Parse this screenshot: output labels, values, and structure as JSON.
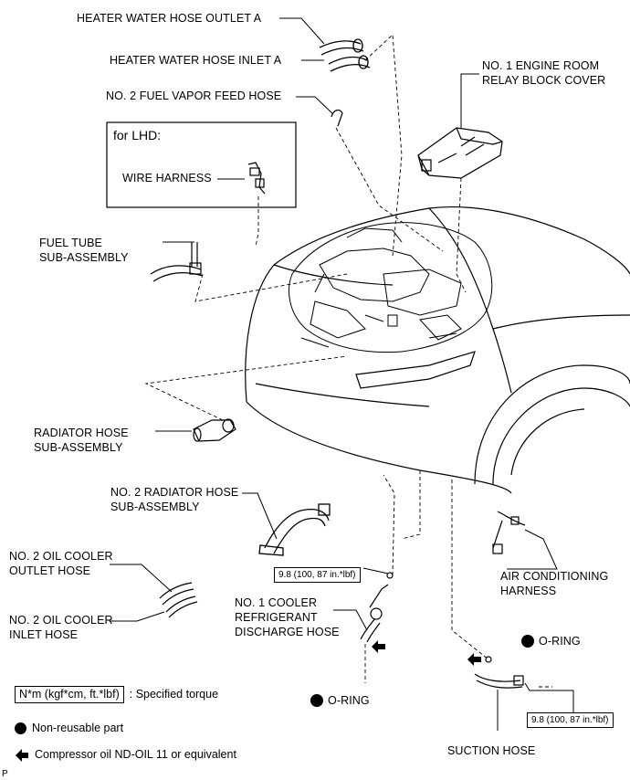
{
  "labels": {
    "heater_outlet": "HEATER WATER HOSE OUTLET A",
    "heater_inlet": "HEATER WATER HOSE INLET A",
    "fuel_vapor": "NO. 2 FUEL VAPOR FEED HOSE",
    "relay_cover_1": "NO. 1 ENGINE ROOM",
    "relay_cover_2": "RELAY BLOCK COVER",
    "for_lhd": "for LHD:",
    "wire_harness": "WIRE HARNESS",
    "fuel_tube_1": "FUEL TUBE",
    "fuel_tube_2": "SUB-ASSEMBLY",
    "radiator_hose_1": "RADIATOR HOSE",
    "radiator_hose_2": "SUB-ASSEMBLY",
    "no2_radiator_1": "NO. 2 RADIATOR HOSE",
    "no2_radiator_2": "SUB-ASSEMBLY",
    "oil_outlet_1": "NO. 2 OIL COOLER",
    "oil_outlet_2": "OUTLET HOSE",
    "oil_inlet_1": "NO. 2 OIL COOLER",
    "oil_inlet_2": "INLET HOSE",
    "cooler_discharge_1": "NO. 1 COOLER",
    "cooler_discharge_2": "REFRIGERANT",
    "cooler_discharge_3": "DISCHARGE HOSE",
    "ac_harness_1": "AIR CONDITIONING",
    "ac_harness_2": "HARNESS",
    "oring_left": "O-RING",
    "oring_right": "O-RING",
    "suction_hose": "SUCTION HOSE",
    "p_code": "P"
  },
  "torques": {
    "left": "9.8 (100, 87 in.*lbf)",
    "right": "9.8 (100, 87 in.*lbf)"
  },
  "legend": {
    "torque_box": "N*m (kgf*cm, ft.*lbf)",
    "torque_text": ": Specified torque",
    "non_reusable": "Non-reusable part",
    "compressor_oil": "Compressor oil ND-OIL 11 or equivalent"
  }
}
